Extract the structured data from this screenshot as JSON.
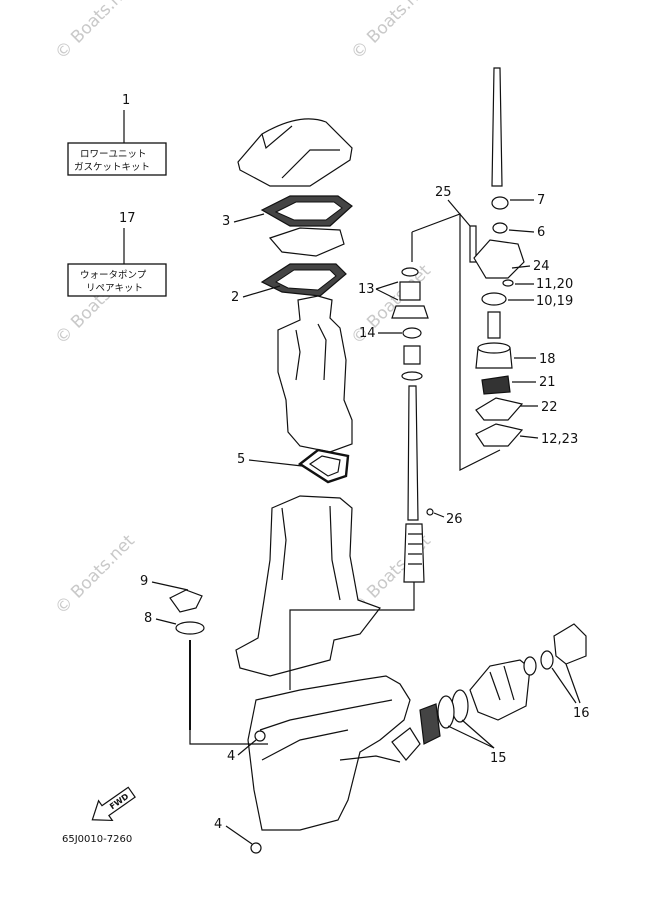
{
  "diagram": {
    "kit_boxes": [
      {
        "number": "1",
        "line1": "ロワーユニット",
        "line2": "ガスケットキット"
      },
      {
        "number": "17",
        "line1": "ウォータポンプ",
        "line2": "リペアキット"
      }
    ],
    "callouts": {
      "c3": "3",
      "c2": "2",
      "c5": "5",
      "c9": "9",
      "c8": "8",
      "c4a": "4",
      "c4b": "4",
      "c13": "13",
      "c14": "14",
      "c26": "26",
      "c25": "25",
      "c7": "7",
      "c6": "6",
      "c24": "24",
      "c1120": "11,20",
      "c1019": "10,19",
      "c18": "18",
      "c21": "21",
      "c22": "22",
      "c1223": "12,23",
      "c16": "16",
      "c15": "15"
    },
    "fwd_label": "FWD",
    "drawing_code": "65J0010-7260"
  },
  "watermarks": {
    "text": "© Boats.net"
  }
}
